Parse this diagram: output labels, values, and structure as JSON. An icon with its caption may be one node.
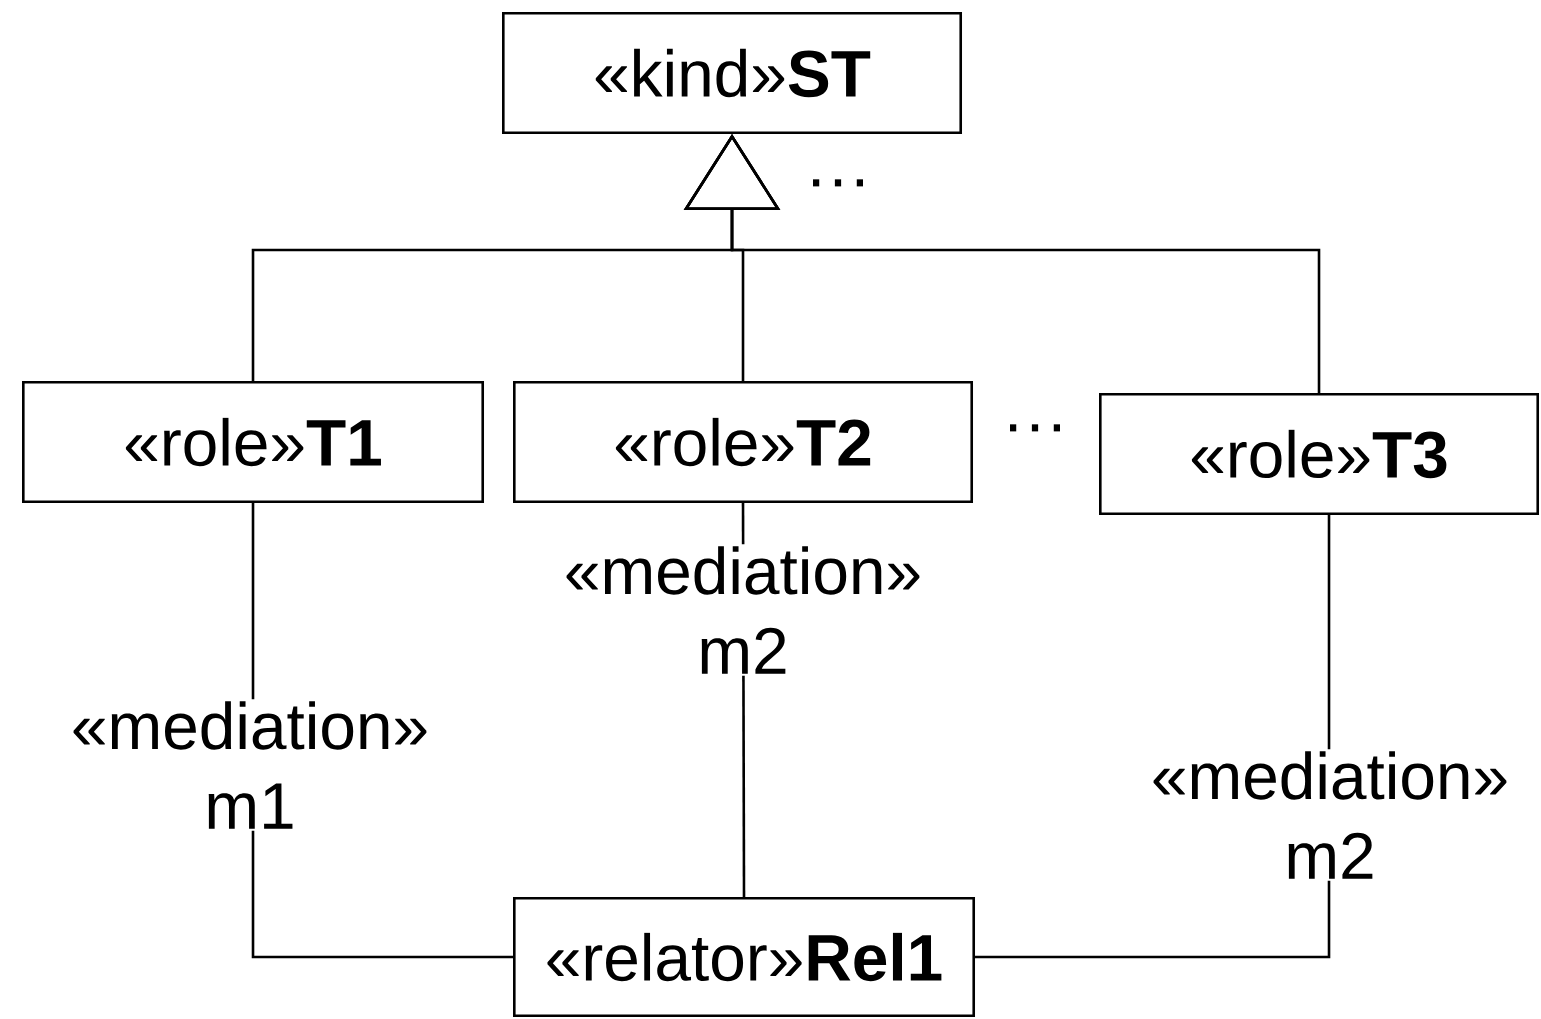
{
  "diagram": {
    "nodes": [
      {
        "text": [
          "«kind»**ST**"
        ]
      },
      {
        "text": [
          "«role»**T1**"
        ]
      },
      {
        "text": [
          "«role»**T2**"
        ]
      },
      {
        "text": [
          "«role»**T3**"
        ]
      },
      {
        "text": [
          "«relator»**Rel1**"
        ]
      }
    ],
    "edges": [
      {
        "from": 1,
        "to": 0,
        "arrow": "to"
      },
      {
        "from": 2,
        "to": 0,
        "arrow": "to"
      },
      {
        "from": 3,
        "to": 0,
        "arrow": "to"
      },
      {
        "from": 4,
        "to": 1,
        "arrow": "none",
        "label": "«mediation» m1"
      },
      {
        "from": 4,
        "to": 2,
        "arrow": "none",
        "label": "«mediation» m2"
      },
      {
        "from": 4,
        "to": 3,
        "arrow": "none",
        "label": "«mediation» m2"
      }
    ],
    "labels": [
      "···",
      "···"
    ]
  }
}
